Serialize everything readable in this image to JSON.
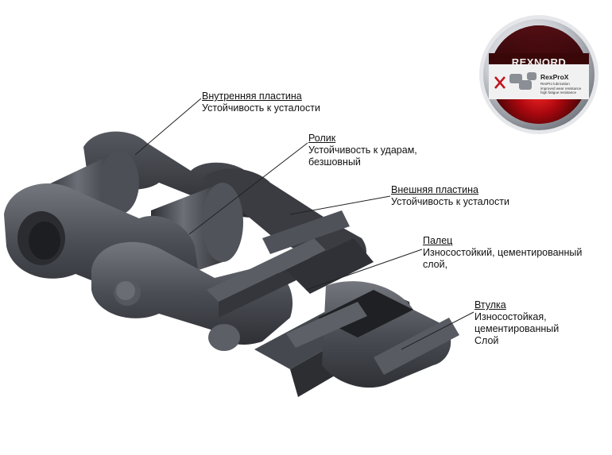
{
  "badge": {
    "brand": "REXNORD",
    "product": "RexProX",
    "lines": [
      "RexPro lubrication",
      "improved wear resistance",
      "high fatigue resistance"
    ]
  },
  "callouts": {
    "inner_plate": {
      "title": "Внутренняя пластина",
      "desc": "Устойчивость к усталости"
    },
    "roller": {
      "title": "Ролик",
      "desc": "Устойчивость к ударам,\nбезшовный"
    },
    "outer_plate": {
      "title": "Внешняя пластина",
      "desc": "Устойчивость к усталости"
    },
    "pin": {
      "title": "Палец",
      "desc": "Износостойкий, цементированный\nслой,"
    },
    "bushing": {
      "title": "Втулка",
      "desc": "Износостойкая,\nцементированный\nСлой"
    }
  },
  "colors": {
    "chain_metal": "#3d3f45",
    "chain_highlight": "#6a6d75",
    "badge_red": "#c0141c",
    "leader_line": "#222222"
  }
}
